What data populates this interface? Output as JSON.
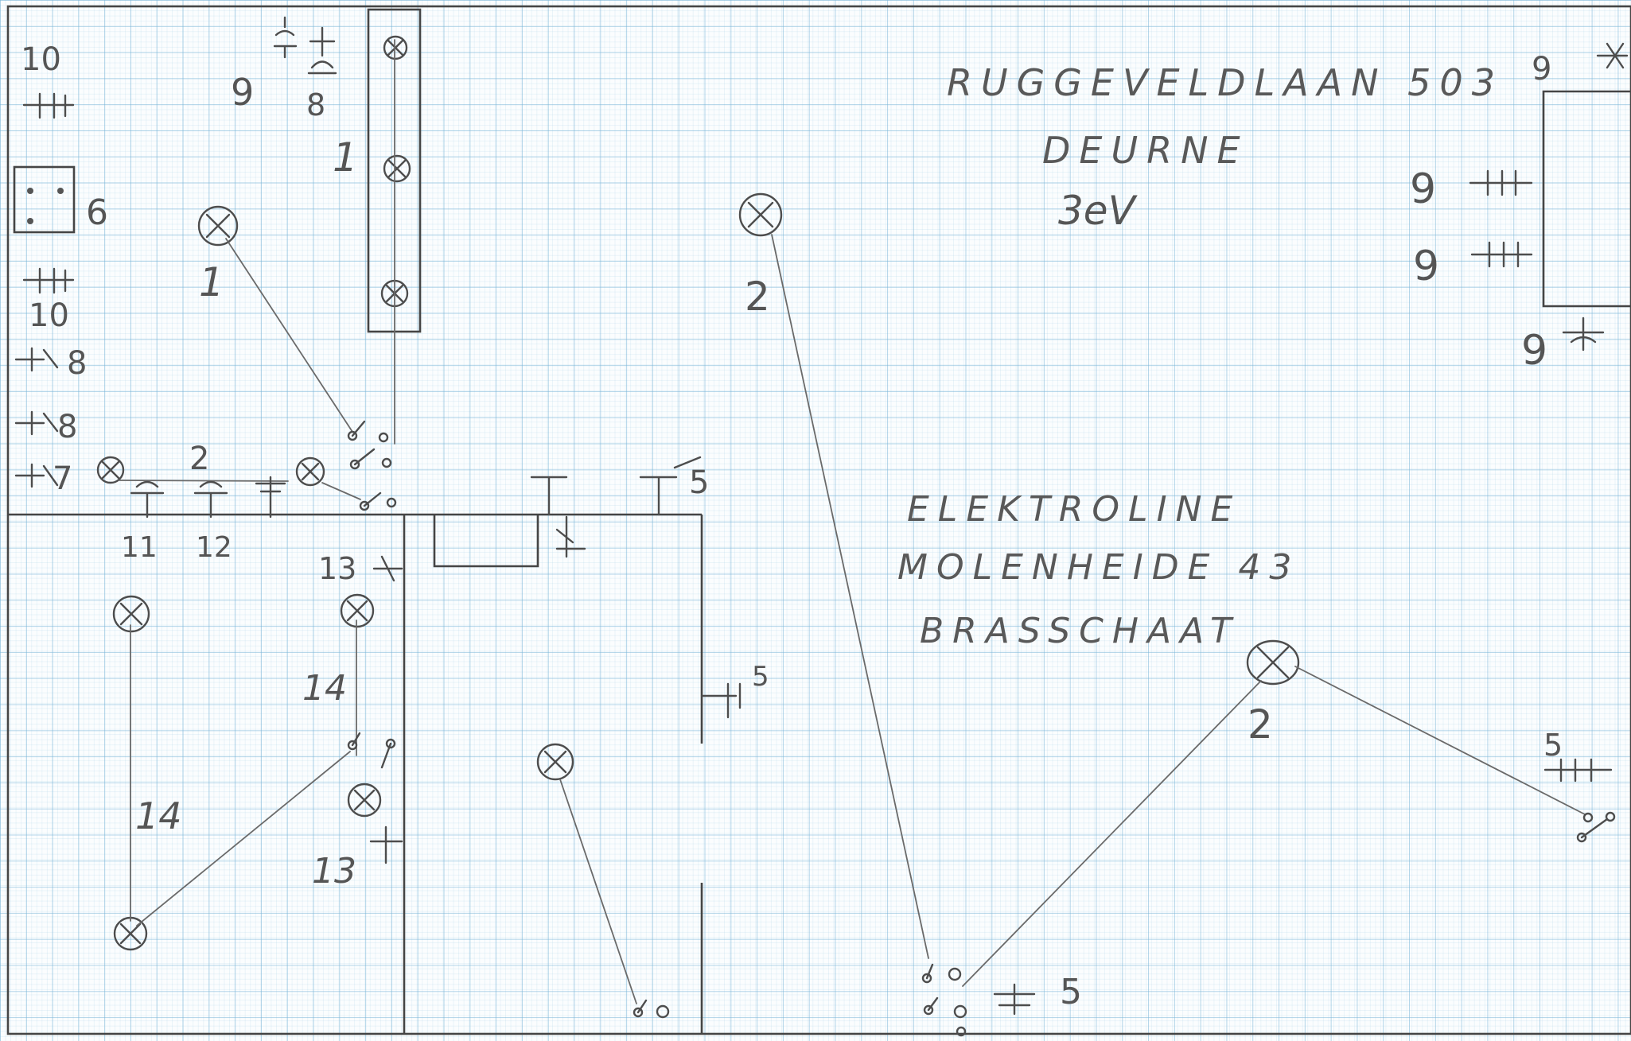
{
  "address_block": {
    "line1": "RUGGEVELDLAAN 503",
    "line2": "DEURNE",
    "line3": "3eV"
  },
  "company_block": {
    "line1": "ELEKTROLINE",
    "line2": "MOLENHEIDE 43",
    "line3": "BRASSCHAAT"
  },
  "circuit_labels": {
    "l10a": "10",
    "l9a": "9",
    "l8a": "8",
    "l1a": "1",
    "l6": "6",
    "l10b": "10",
    "l8b": "8",
    "l8c": "8",
    "l7": "7",
    "l1b": "1",
    "l2a": "2",
    "l11": "11",
    "l12": "12",
    "l13a": "13",
    "l14a": "14",
    "l14b": "14",
    "l13b": "13",
    "l5a": "5",
    "l5b": "5",
    "l5c": "5",
    "l2b": "2",
    "l2c": "2",
    "l9b": "9",
    "l9c": "9",
    "l9d": "9",
    "l9e": "9",
    "l5d": "5"
  }
}
